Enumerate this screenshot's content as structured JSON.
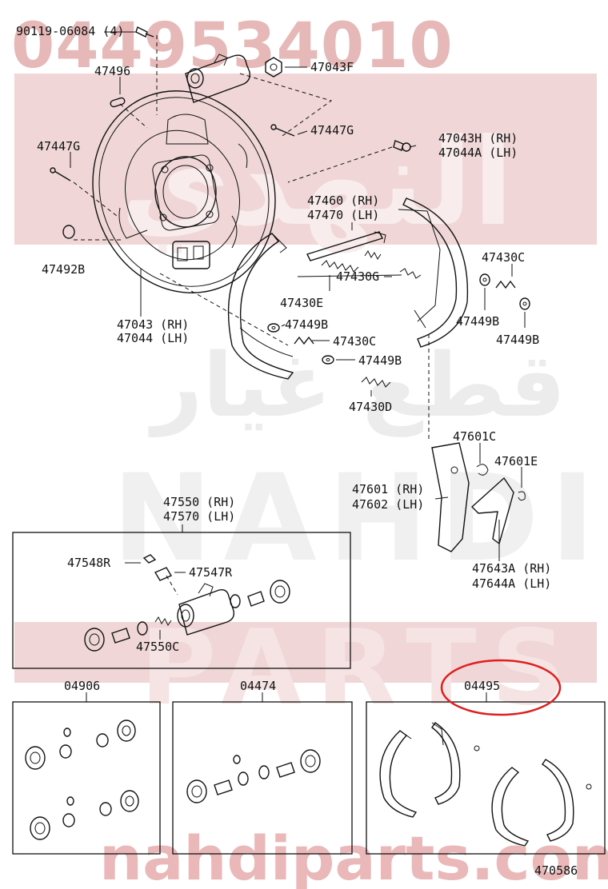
{
  "watermark": {
    "part_number": "0449534010",
    "arabic_text": "النهدي",
    "arabic_subtext": "قطع غيار",
    "brand_top": "NAHDI",
    "brand_bottom": "PARTS",
    "site": "nahdiparts.com",
    "color": "#e8c4c4"
  },
  "labels": {
    "l_90119": "90119-06084 (4)",
    "l_47496": "47496",
    "l_47043F": "47043F",
    "l_47447G_a": "47447G",
    "l_47447G_b": "47447G",
    "l_47043H": "47043H (RH)",
    "l_47044A": "47044A (LH)",
    "l_47460": "47460 (RH)",
    "l_47470": "47470 (LH)",
    "l_47492B": "47492B",
    "l_47430C_a": "47430C",
    "l_47430G": "47430G",
    "l_47430E": "47430E",
    "l_47449B_a": "47449B",
    "l_47449B_b": "47449B",
    "l_47449B_c": "47449B",
    "l_47449B_d": "47449B",
    "l_47043_rh": "47043 (RH)",
    "l_47044_lh": "47044 (LH)",
    "l_47430C_b": "47430C",
    "l_47430D": "47430D",
    "l_47601C": "47601C",
    "l_47601E": "47601E",
    "l_47601": "47601 (RH)",
    "l_47602": "47602 (LH)",
    "l_47643A": "47643A (RH)",
    "l_47644A": "47644A (LH)",
    "l_47550": "47550 (RH)",
    "l_47570": "47570 (LH)",
    "l_47548R": "47548R",
    "l_47547R": "47547R",
    "l_47550C": "47550C",
    "l_04906": "04906",
    "l_04474": "04474",
    "l_04495": "04495",
    "l_470586": "470586"
  },
  "highlight": {
    "target": "04495",
    "color": "#e02020"
  }
}
